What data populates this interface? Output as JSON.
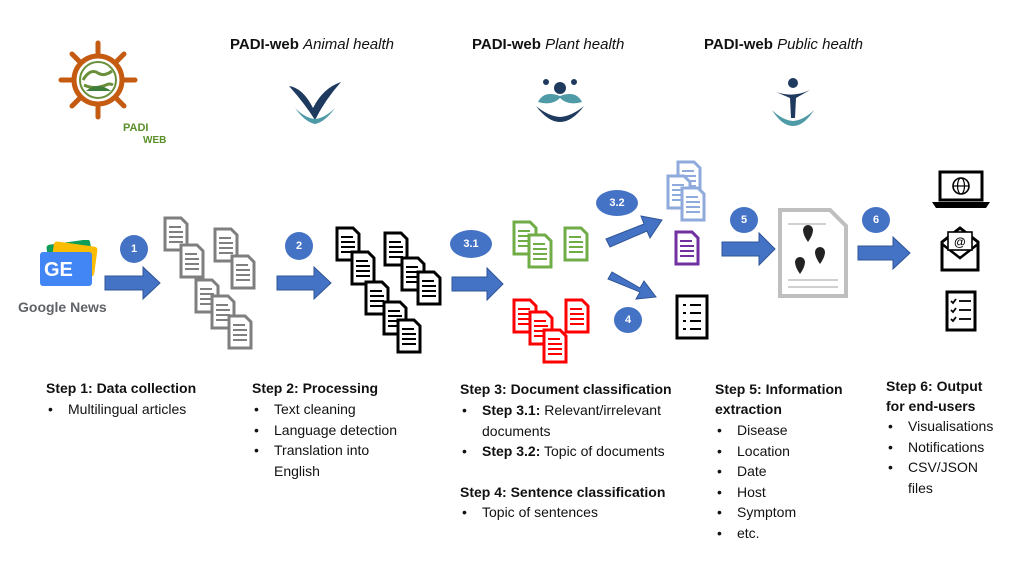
{
  "logo": {
    "text_top": "PADI",
    "text_bottom": "WEB"
  },
  "headers": [
    {
      "brand": "PADI-web",
      "topic": "Animal health"
    },
    {
      "brand": "PADI-web",
      "topic": "Plant health"
    },
    {
      "brand": "PADI-web",
      "topic": "Public health"
    }
  ],
  "source": {
    "label": "Google News",
    "icon_text": "GE"
  },
  "badges": [
    "1",
    "2",
    "3.1",
    "3.2",
    "4",
    "5",
    "6"
  ],
  "steps": {
    "s1": {
      "title": "Step 1: Data collection",
      "items": [
        "Multilingual articles"
      ]
    },
    "s2": {
      "title": "Step 2: Processing",
      "items": [
        "Text cleaning",
        "Language detection",
        "Translation into",
        "English"
      ]
    },
    "s3": {
      "title": "Step 3: Document classification",
      "sub": [
        {
          "bold": "Step 3.1:",
          "text": " Relevant/irrelevant",
          "cont": "documents"
        },
        {
          "bold": "Step 3.2:",
          "text": " Topic of documents"
        }
      ]
    },
    "s4": {
      "title": "Step 4: Sentence classification",
      "items": [
        "Topic of sentences"
      ]
    },
    "s5": {
      "title_l1": "Step 5: Information",
      "title_l2": "extraction",
      "items": [
        "Disease",
        "Location",
        "Date",
        "Host",
        "Symptom",
        "etc."
      ]
    },
    "s6": {
      "title_l1": "Step 6: Output",
      "title_l2": "for end-users",
      "items": [
        "Visualisations",
        "Notifications",
        "CSV/JSON",
        "files"
      ]
    }
  },
  "colors": {
    "arrow": "#4472c4",
    "badge": "#4472c4",
    "relevant_docs": "#70ad47",
    "irrelevant_docs": "#ff0000",
    "topic_doc_blue": "#8faadc",
    "topic_doc_purple": "#7030a0",
    "logo_orange": "#c55a11"
  }
}
